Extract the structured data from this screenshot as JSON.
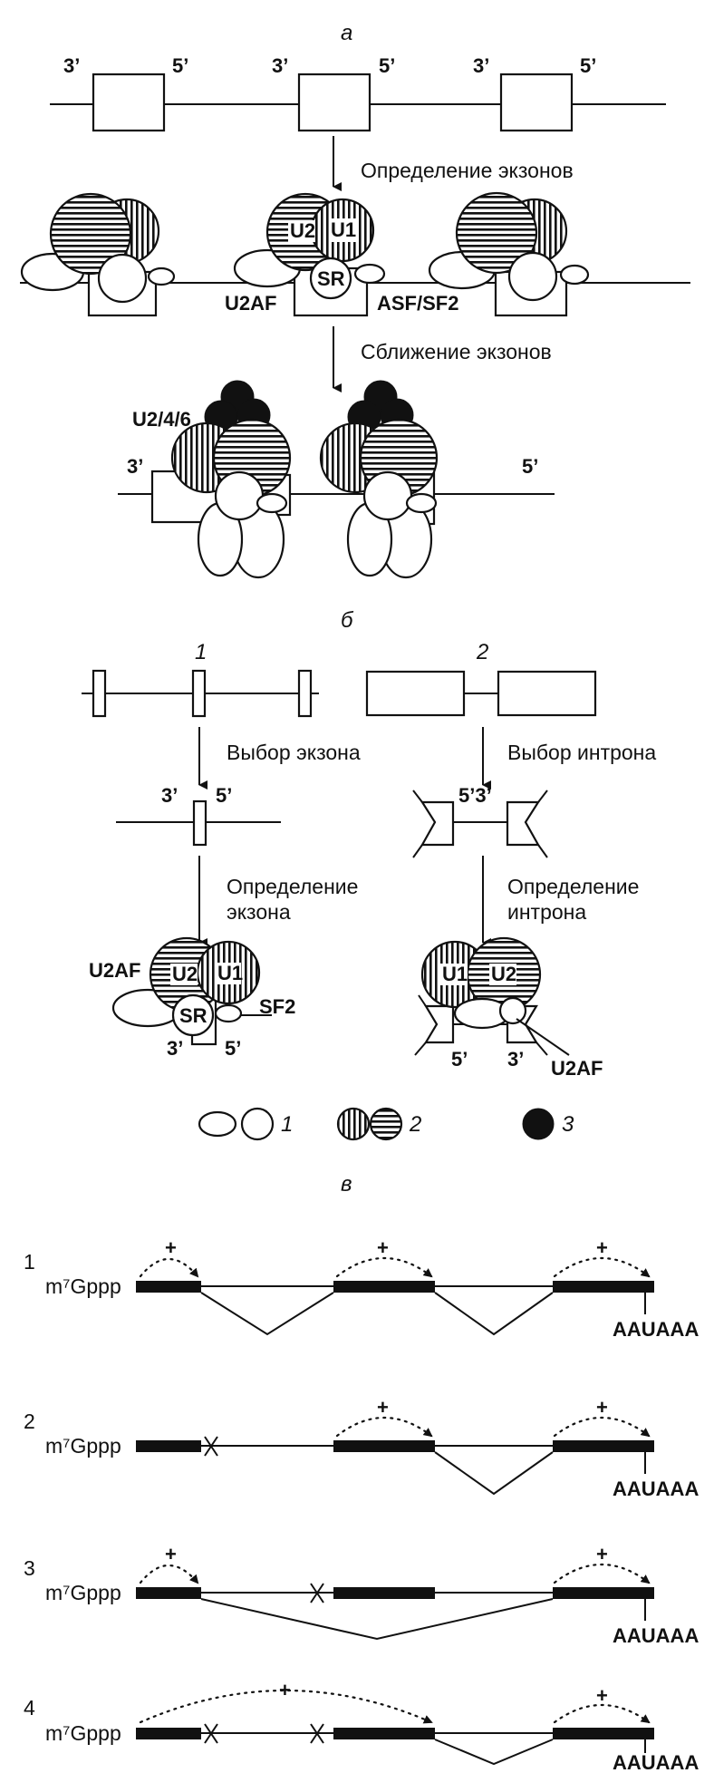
{
  "panel_a": {
    "label": "а",
    "end3": "3’",
    "end5": "5’",
    "step1": "Определение экзонов",
    "step2": "Сближение экзонов",
    "u2": "U2",
    "u1": "U1",
    "sr": "SR",
    "u2af": "U2AF",
    "asf": "ASF/SF2",
    "u246": "U2/4/6"
  },
  "panel_b": {
    "label": "б",
    "num1": "1",
    "num2": "2",
    "exon_choice": "Выбор экзона",
    "intron_choice": "Выбор интрона",
    "exon_def_1": "Определение",
    "exon_def_2": "экзона",
    "intron_def_1": "Определение",
    "intron_def_2": "интрона",
    "end53": "5’3’",
    "sf2": "SF2"
  },
  "legend": {
    "n1": "1",
    "n2": "2",
    "n3": "3"
  },
  "panel_c": {
    "label": "в",
    "cap": "m⁷Gppp",
    "polya": "AAUAAA",
    "plus": "+",
    "rows": [
      "1",
      "2",
      "3",
      "4"
    ]
  }
}
